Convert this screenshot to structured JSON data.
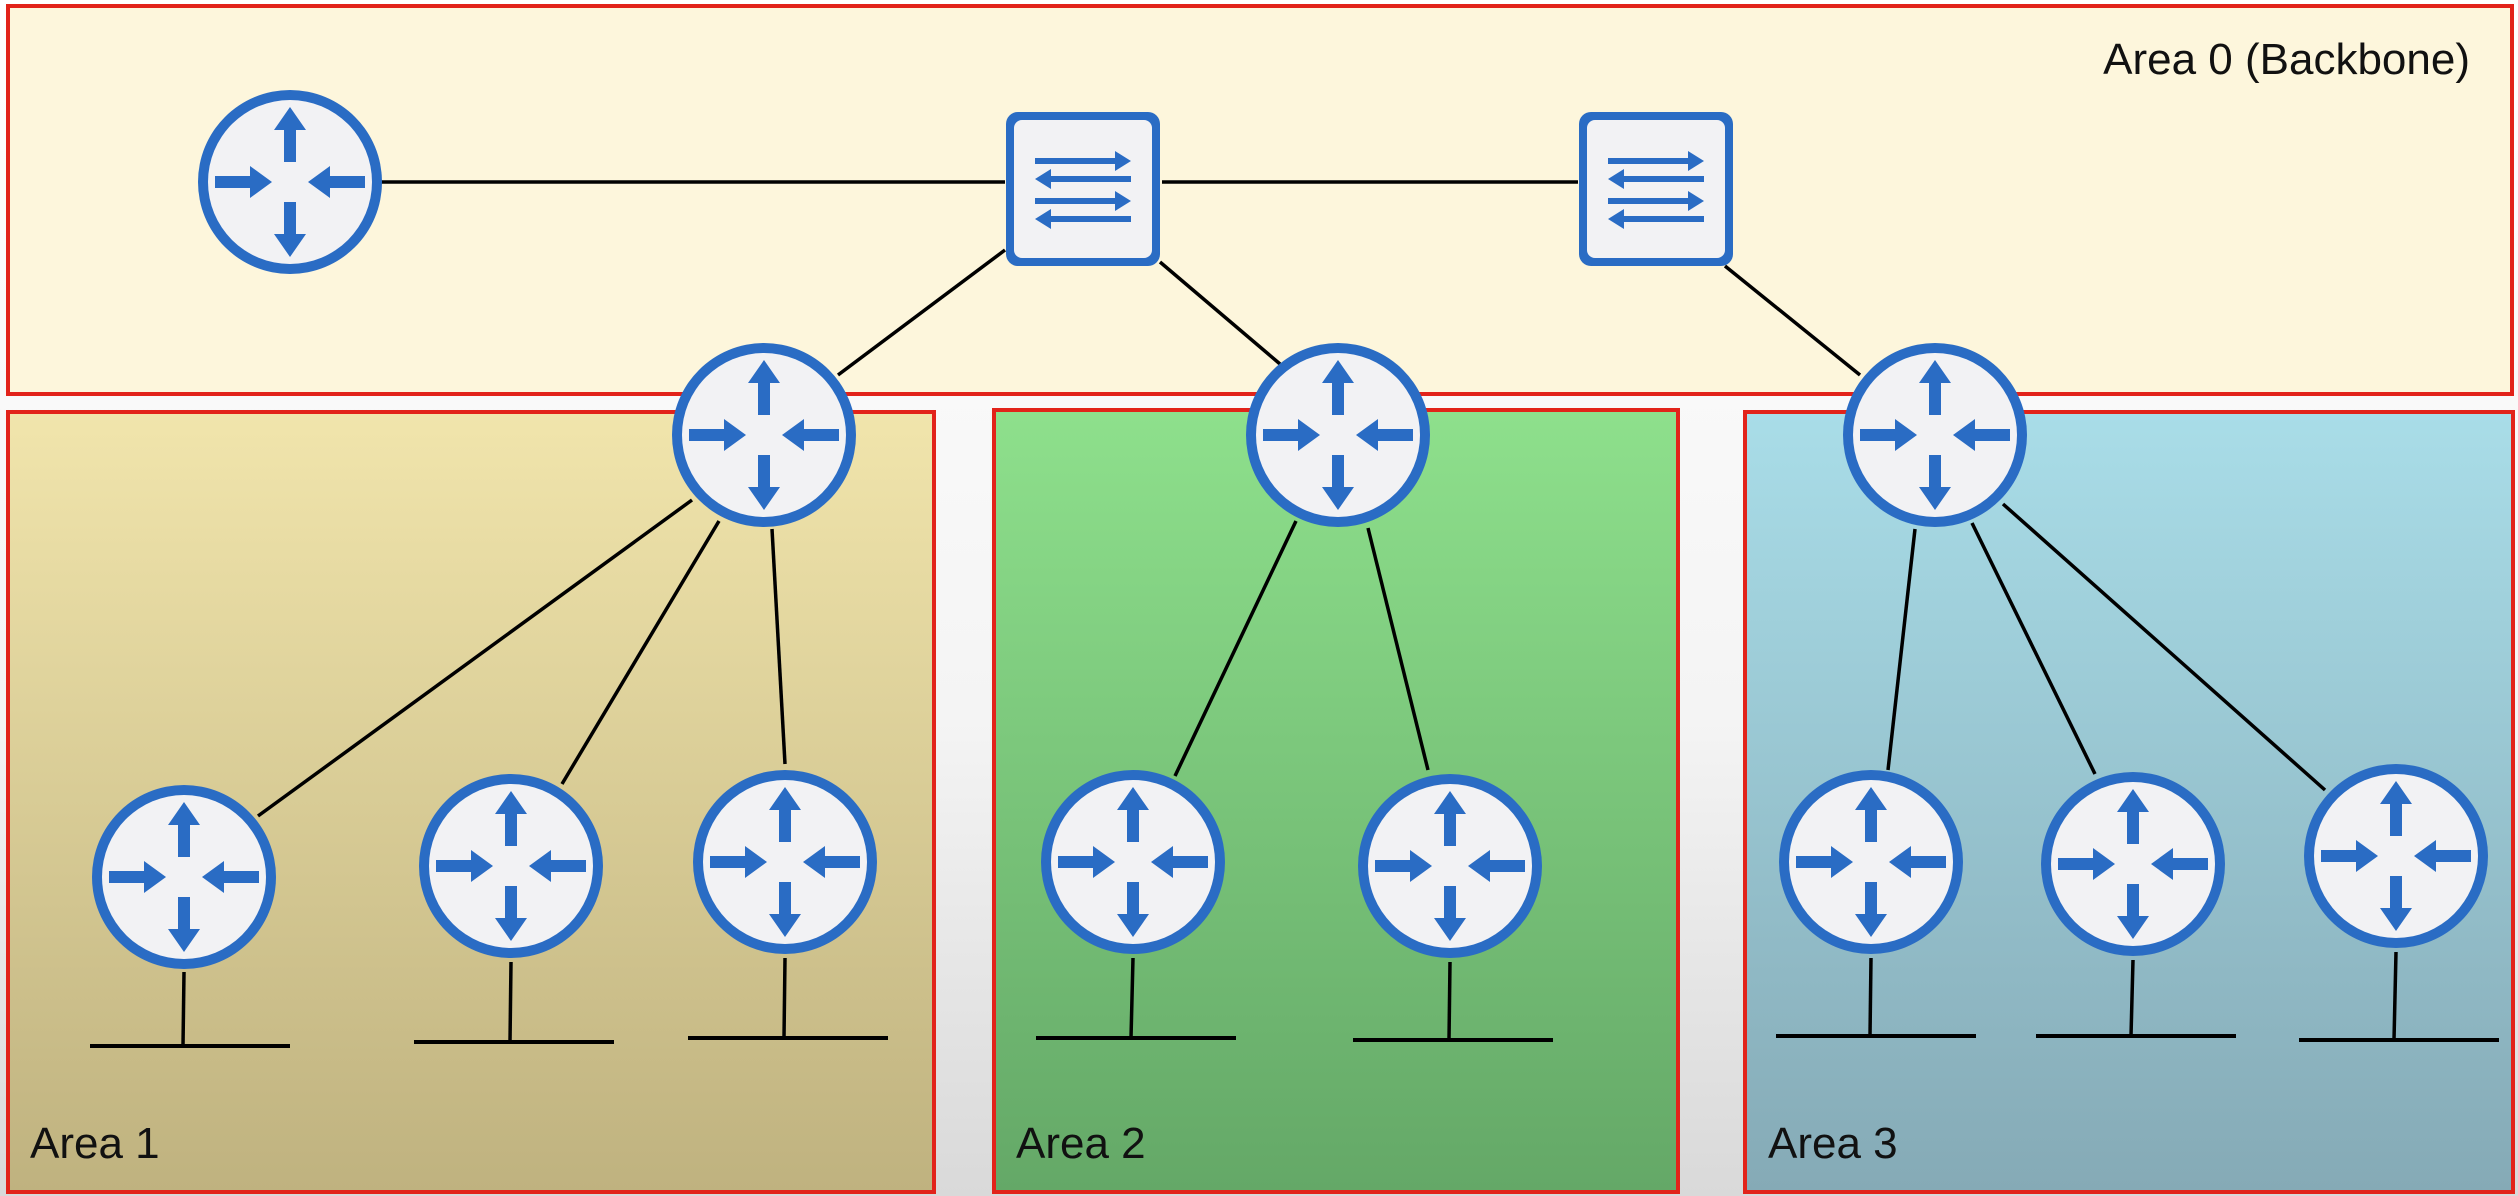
{
  "areas": {
    "backbone": {
      "label": "Area 0 (Backbone)",
      "fill": "#fdf6dc"
    },
    "area1": {
      "label": "Area 1",
      "fill_top": "#f1e5ac",
      "fill_bottom": "#bfb27f"
    },
    "area2": {
      "label": "Area 2",
      "fill_top": "#8ee08c",
      "fill_bottom": "#64a867"
    },
    "area3": {
      "label": "Area 3",
      "fill_top": "#a9dde8",
      "fill_bottom": "#85aab6"
    }
  },
  "colors": {
    "area_border": "#e2231a",
    "device_blue": "#2a6cc4",
    "device_fill": "#f2f2f4",
    "link": "#000000"
  },
  "icons": {
    "router": "router-icon",
    "switch": "switch-icon"
  }
}
